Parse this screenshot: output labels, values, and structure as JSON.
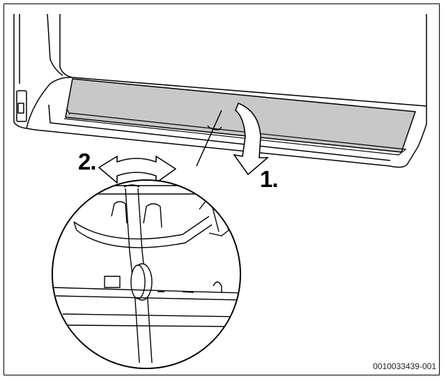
{
  "figure": {
    "steps": [
      {
        "label": "1."
      },
      {
        "label": "2."
      }
    ],
    "figure_id": "0010033439-001",
    "colors": {
      "line": "#000000",
      "panel": "#c8c8c8",
      "background": "#ffffff"
    }
  }
}
